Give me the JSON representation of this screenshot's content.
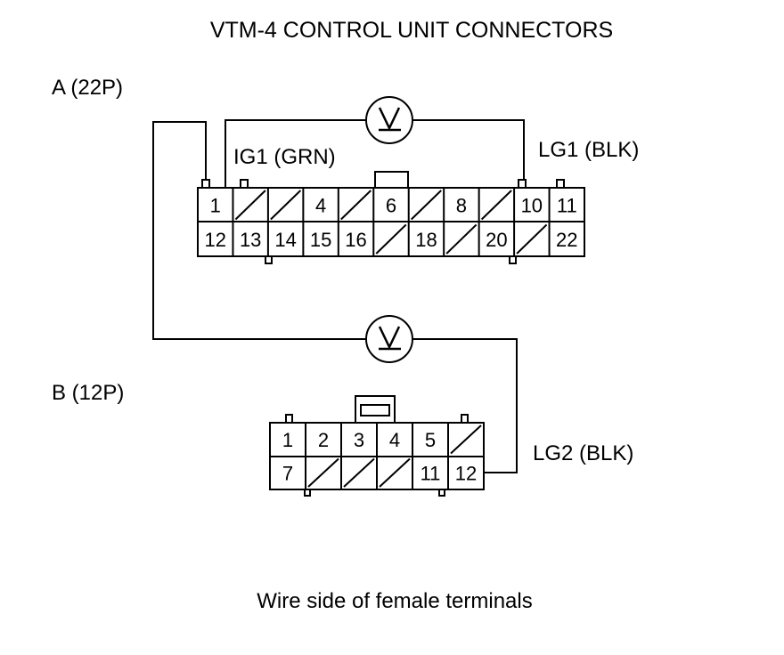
{
  "title": "VTM-4 CONTROL UNIT CONNECTORS",
  "caption": "Wire side of female terminals",
  "connector_a": {
    "label": "A (22P)",
    "row1": [
      "1",
      "",
      "",
      "4",
      "",
      "6",
      "",
      "8",
      "",
      "10",
      "11"
    ],
    "row2": [
      "12",
      "13",
      "14",
      "15",
      "16",
      "",
      "18",
      "",
      "20",
      "",
      "22"
    ]
  },
  "connector_b": {
    "label": "B (12P)",
    "row1": [
      "1",
      "2",
      "3",
      "4",
      "5",
      ""
    ],
    "row2": [
      "7",
      "",
      "",
      "",
      "11",
      "12"
    ]
  },
  "wires": {
    "ig1": "IG1 (GRN)",
    "lg1": "LG1 (BLK)",
    "lg2": "LG2 (BLK)"
  },
  "meter_icon": "voltmeter-icon"
}
